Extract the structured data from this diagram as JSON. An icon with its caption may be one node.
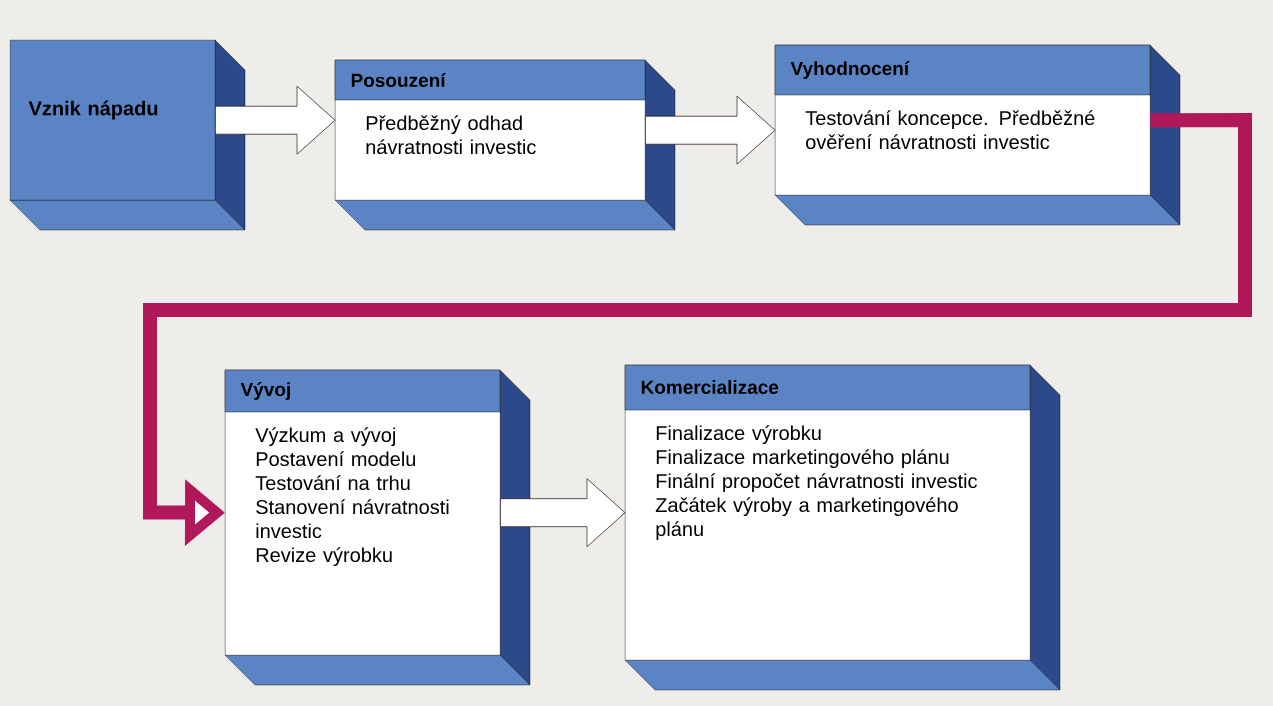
{
  "diagram": {
    "nodes": [
      {
        "text": [
          "Vznik nápadu"
        ]
      },
      {
        "text": [
          "Posouzení",
          "Předběžný odhad návratnosti investic"
        ]
      },
      {
        "text": [
          "Vyhodnocení",
          "Testování koncepce. Předběžné ověření návratnosti investic"
        ]
      },
      {
        "text": [
          "Vývoj",
          "Výzkum a vývoj",
          "Postavení modelu",
          "Testování na trhu",
          "Stanovení návratnosti investic",
          "Revize výrobku"
        ]
      },
      {
        "text": [
          "Komercializace",
          "Finalizace výrobku",
          "Finalizace marketingového plánu",
          "Finální propočet návratnosti investic",
          "Začátek výroby a marketingového plánu"
        ]
      }
    ],
    "edges": [
      {
        "from": 0,
        "to": 1,
        "arrow": "to"
      },
      {
        "from": 1,
        "to": 2,
        "arrow": "to"
      },
      {
        "from": 2,
        "to": 3,
        "arrow": "to"
      },
      {
        "from": 3,
        "to": 4,
        "arrow": "to"
      }
    ]
  }
}
